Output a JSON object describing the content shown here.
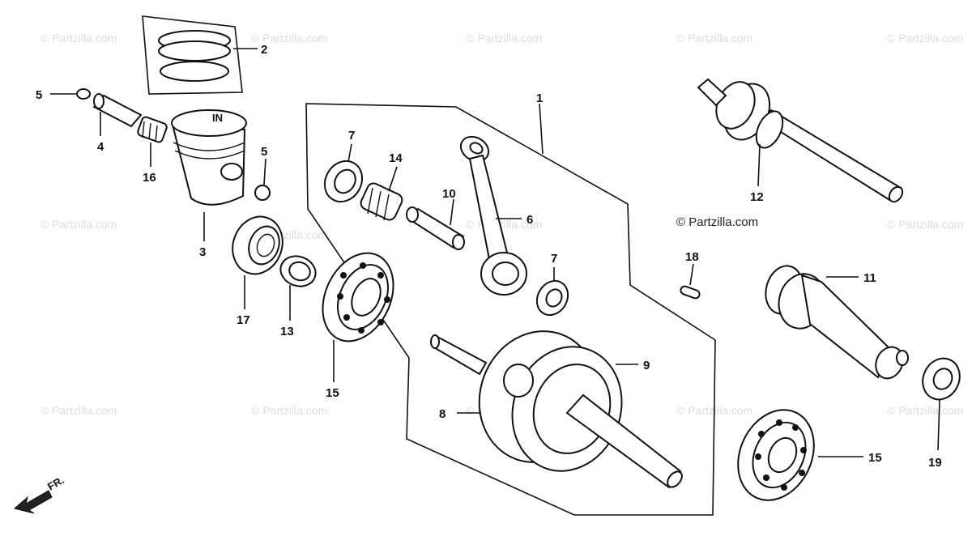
{
  "watermark": "© Partzilla.com",
  "center_watermark": "© Partzilla.com",
  "direction_label": "FR.",
  "callouts": {
    "c1": "1",
    "c2": "2",
    "c3": "3",
    "c4": "4",
    "c5a": "5",
    "c5b": "5",
    "c6": "6",
    "c7a": "7",
    "c7b": "7",
    "c8": "8",
    "c9": "9",
    "c10": "10",
    "c11": "11",
    "c12": "12",
    "c13": "13",
    "c14": "14",
    "c15a": "15",
    "c15b": "15",
    "c16": "16",
    "c17": "17",
    "c18": "18",
    "c19": "19"
  }
}
